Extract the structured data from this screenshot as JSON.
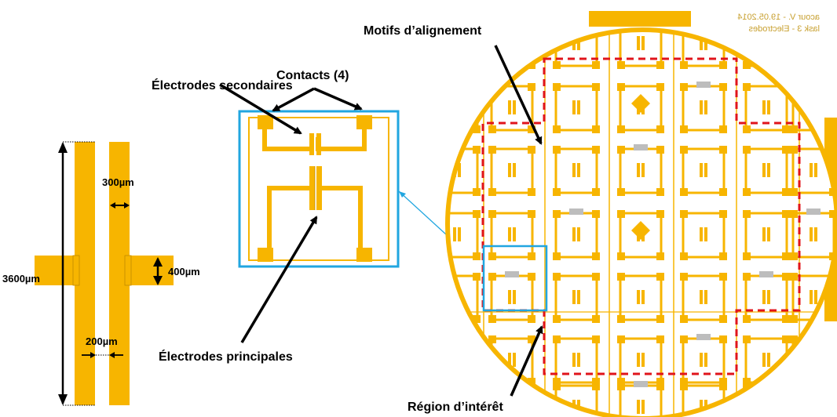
{
  "colors": {
    "gold": "#F7B500",
    "gold_light": "#F9C23A",
    "callout_blue": "#21A6E0",
    "roi_red": "#E0141B",
    "pad_gray": "#BDBDBD"
  },
  "left_panel": {
    "dimensions": {
      "length": "3600µm",
      "width": "300µm",
      "pad": "400µm",
      "gap": "200µm"
    }
  },
  "middle_panel": {
    "labels": {
      "secondary": "Électrodes secondaires",
      "contacts": "Contacts (4)",
      "main": "Électrodes principales"
    }
  },
  "wafer": {
    "mask_text_line1": "acour V. - 19.05.2014",
    "mask_text_line2": "lask 3 - Electrodes",
    "labels": {
      "alignment": "Motifs d’alignement",
      "roi": "Région d’intérêt"
    }
  }
}
